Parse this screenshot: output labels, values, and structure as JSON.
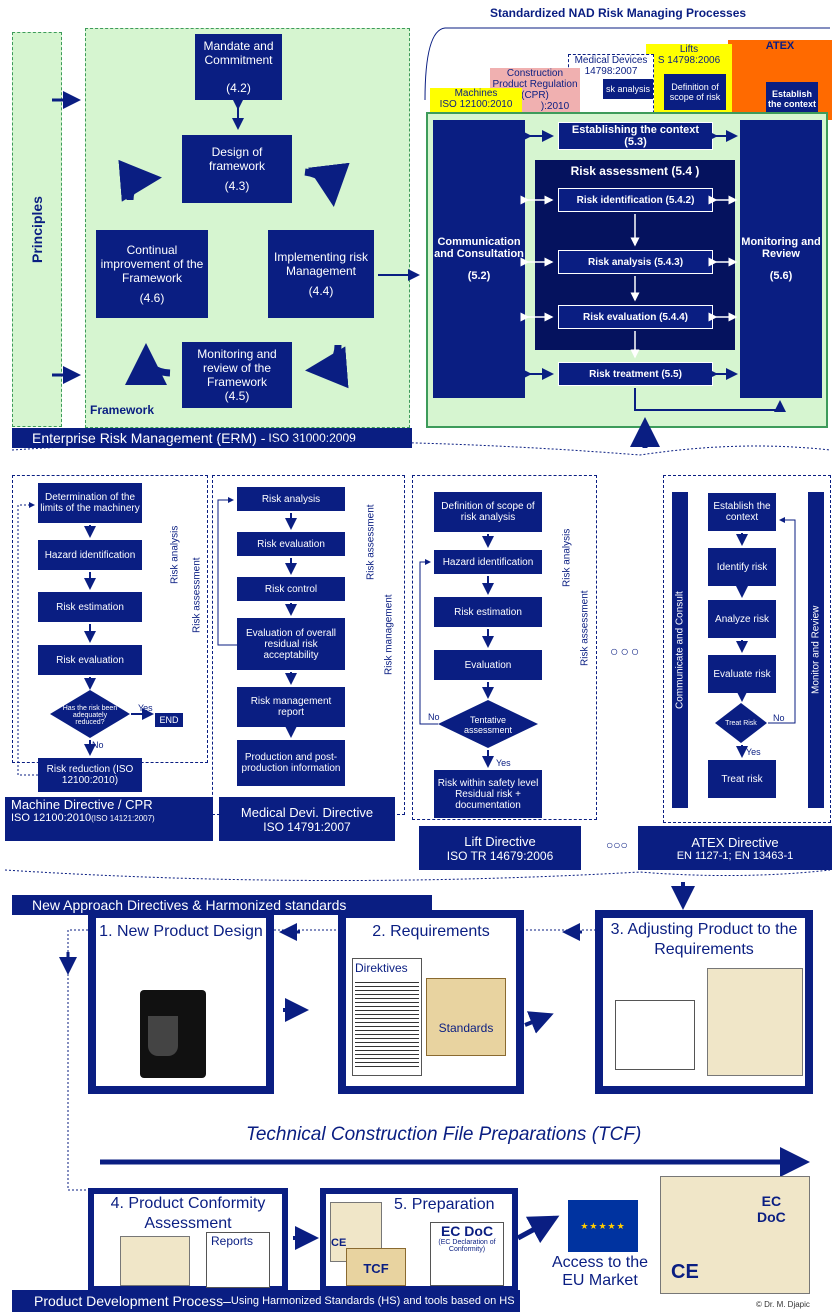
{
  "header": {
    "title": "Standardized NAD Risk Managing Processes"
  },
  "iso31000": {
    "principles": "Principles",
    "framework_label": "Framework",
    "mandate": "Mandate and Commitment",
    "mandate_num": "(4.2)",
    "design": "Design of framework",
    "design_num": "(4.3)",
    "implementing": "Implementing risk Management",
    "implementing_num": "(4.4)",
    "monitoring": "Monitoring and review of the Framework",
    "monitoring_num": "(4.5)",
    "continual": "Continual improvement of the Framework",
    "continual_num": "(4.6)",
    "erm_label": "Enterprise Risk Management (ERM) - ",
    "erm_std": "ISO 31000:2009"
  },
  "stacked_tabs": [
    {
      "title": "ATEX",
      "sub": "Establish the context"
    },
    {
      "title": "Lifts",
      "sub": "S 14798:2006",
      "body": "Definition of scope of risk"
    },
    {
      "title": "Medical Devices",
      "sub": "14798:2007",
      "body": "sk analysis"
    },
    {
      "title": "Construction Product Regulation (CPR)",
      "sub": "):2010",
      "body": ""
    },
    {
      "title": "Machines",
      "sub": "ISO 12100:2010",
      "body": ""
    }
  ],
  "process": {
    "context": "Establishing the context",
    "context_num": "(5.3)",
    "assessment": "Risk  assessment (5.4 )",
    "identification": "Risk identification (5.4.2)",
    "analysis": "Risk analysis (5.4.3)",
    "evaluation": "Risk evaluation (5.4.4)",
    "treatment": "Risk treatment (5.5)",
    "communication": "Communication and Consultation",
    "communication_num": "(5.2)",
    "monitoring": "Monitoring and Review",
    "monitoring_num": "(5.6)"
  },
  "machine": {
    "s1": "Determination of the limits of the machinery",
    "s2": "Hazard identification",
    "s3": "Risk estimation",
    "s4": "Risk evaluation",
    "decision": "Has the risk been adequately reduced?",
    "yes": "Yes",
    "no": "No",
    "end": "END",
    "s5": "Risk reduction (ISO 12100:2010)",
    "risk_analysis": "Risk analysis",
    "risk_assessment": "Risk assessment",
    "title": "Machine Directive / CPR",
    "std_a": "ISO 12100:2010",
    "std_b": "(ISO 14121:2007)"
  },
  "medical": {
    "s1": "Risk analysis",
    "s2": "Risk evaluation",
    "s3": "Risk control",
    "s4": "Evaluation of overall residual risk acceptability",
    "s5": "Risk management report",
    "s6": "Production and post-production information",
    "risk_assessment": "Risk assessment",
    "risk_management": "Risk management",
    "title": "Medical Devi. Directive",
    "std": "ISO 14791:2007"
  },
  "lift": {
    "s1": "Definition of scope of risk analysis",
    "s2": "Hazard identification",
    "s3": "Risk estimation",
    "s4": "Evaluation",
    "decision": "Tentative assessment",
    "no": "No",
    "yes": "Yes",
    "s5": "Risk within safety level Residual risk + documentation",
    "risk_analysis": "Risk analysis",
    "risk_assessment": "Risk assessment",
    "title": "Lift Directive",
    "std": "ISO TR 14679:2006"
  },
  "ellipsis": "○○○",
  "ellipsis2": "○○○",
  "atex": {
    "s1": "Establish the context",
    "s2": "Identify risk",
    "s3": "Analyze risk",
    "s4": "Evaluate risk",
    "decision": "Treat Risk",
    "no": "No",
    "yes": "Yes",
    "s5": "Treat risk",
    "left": "Communicate and Consult",
    "right": "Monitor and Review",
    "title": "ATEX Directive",
    "std": "EN 1127-1; EN 13463-1"
  },
  "nad_label": "New Approach Directives & Harmonized standards",
  "steps": {
    "s1": "1. New Product Design",
    "s2": "2. Requirements",
    "s2_doc": "Direktives",
    "s2_std": "Standards",
    "s3": "3. Adjusting Product to the Requirements",
    "tcf": "Technical Construction File Preparations (TCF)",
    "s4": "4. Product Conformity Assessment",
    "s4_doc": "Reports",
    "s5": "5. Preparation",
    "ce": "CE",
    "tcf_short": "TCF",
    "ecdoc": "EC DoC",
    "ecdoc_sub": "(EC Declaration of Conformity)",
    "access": "Access to the EU Market",
    "ec": "EC",
    "doc": "DoC",
    "ce_big": "CE"
  },
  "footer": {
    "label": "Product Development Process",
    "sep": " – ",
    "sub": "Using Harmonized Standards (HS) and tools based on HS",
    "credit": "© Dr. M. Djapic"
  },
  "colors": {
    "navy": "#0a1e82",
    "green": "#d6f5d0",
    "orange": "#ff6a00",
    "yellow": "#ffff00",
    "pink": "#f0b0b0"
  }
}
